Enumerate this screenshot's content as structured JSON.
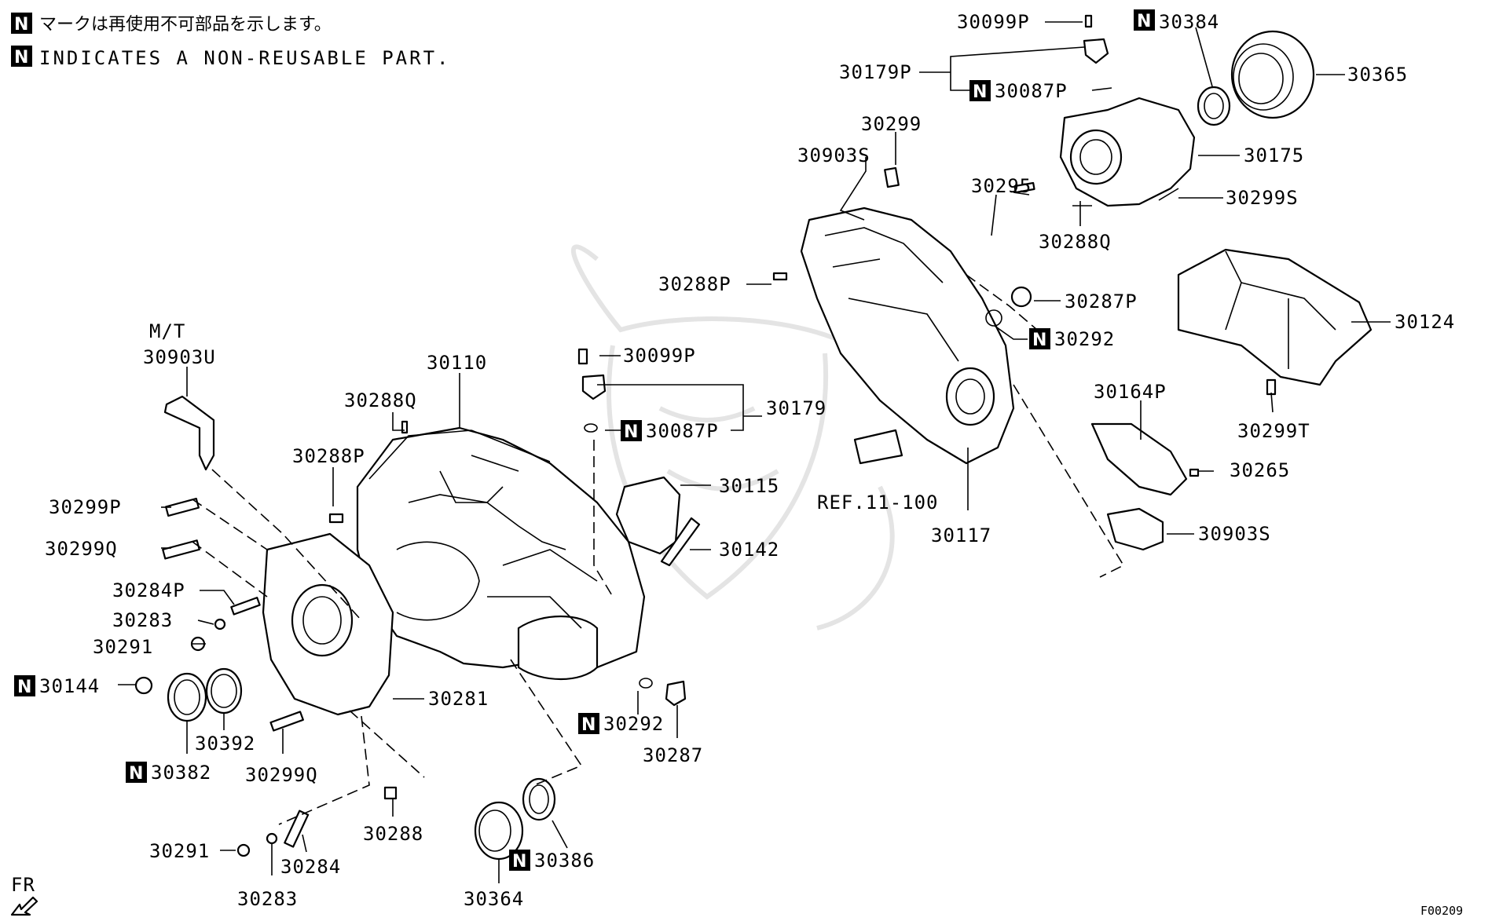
{
  "legend": {
    "badge": "N",
    "line_jp": "マークは再使用不可部品を示します。",
    "line_en": "INDICATES A NON-REUSABLE PART."
  },
  "figure_code": "F00209",
  "direction": {
    "label": "FR"
  },
  "annotations": {
    "mt": "M/T",
    "ref": "REF.11-100"
  },
  "parts": [
    {
      "id": "p30099P_top",
      "label": "30099P",
      "non_reusable": false
    },
    {
      "id": "p30384",
      "label": "30384",
      "non_reusable": true
    },
    {
      "id": "p30365",
      "label": "30365",
      "non_reusable": false
    },
    {
      "id": "p30179P",
      "label": "30179P",
      "non_reusable": false
    },
    {
      "id": "p30087P_top",
      "label": "30087P",
      "non_reusable": true
    },
    {
      "id": "p30299",
      "label": "30299",
      "non_reusable": false
    },
    {
      "id": "p30175",
      "label": "30175",
      "non_reusable": false
    },
    {
      "id": "p30903S_top",
      "label": "30903S",
      "non_reusable": false
    },
    {
      "id": "p30299S",
      "label": "30299S",
      "non_reusable": false
    },
    {
      "id": "p30295",
      "label": "30295",
      "non_reusable": false
    },
    {
      "id": "p30288Q_top",
      "label": "30288Q",
      "non_reusable": false
    },
    {
      "id": "p30288P_top",
      "label": "30288P",
      "non_reusable": false
    },
    {
      "id": "p30287P",
      "label": "30287P",
      "non_reusable": false
    },
    {
      "id": "p30124",
      "label": "30124",
      "non_reusable": false
    },
    {
      "id": "p30292_top",
      "label": "30292",
      "non_reusable": true
    },
    {
      "id": "p30099P_mid",
      "label": "30099P",
      "non_reusable": false
    },
    {
      "id": "p30110",
      "label": "30110",
      "non_reusable": false
    },
    {
      "id": "p30903U",
      "label": "30903U",
      "non_reusable": false
    },
    {
      "id": "p30164P",
      "label": "30164P",
      "non_reusable": false
    },
    {
      "id": "p30288Q_mid",
      "label": "30288Q",
      "non_reusable": false
    },
    {
      "id": "p30179",
      "label": "30179",
      "non_reusable": false
    },
    {
      "id": "p30087P_mid",
      "label": "30087P",
      "non_reusable": true
    },
    {
      "id": "p30299T",
      "label": "30299T",
      "non_reusable": false
    },
    {
      "id": "p30288P_mid",
      "label": "30288P",
      "non_reusable": false
    },
    {
      "id": "p30265",
      "label": "30265",
      "non_reusable": false
    },
    {
      "id": "p30115",
      "label": "30115",
      "non_reusable": false
    },
    {
      "id": "p30299P",
      "label": "30299P",
      "non_reusable": false
    },
    {
      "id": "p30117",
      "label": "30117",
      "non_reusable": false
    },
    {
      "id": "p30903S_bot",
      "label": "30903S",
      "non_reusable": false
    },
    {
      "id": "p30299Q_top",
      "label": "30299Q",
      "non_reusable": false
    },
    {
      "id": "p30142",
      "label": "30142",
      "non_reusable": false
    },
    {
      "id": "p30284P",
      "label": "30284P",
      "non_reusable": false
    },
    {
      "id": "p30283_top",
      "label": "30283",
      "non_reusable": false
    },
    {
      "id": "p30291_top",
      "label": "30291",
      "non_reusable": false
    },
    {
      "id": "p30144",
      "label": "30144",
      "non_reusable": true
    },
    {
      "id": "p30281",
      "label": "30281",
      "non_reusable": false
    },
    {
      "id": "p30392",
      "label": "30392",
      "non_reusable": false
    },
    {
      "id": "p30292_bot",
      "label": "30292",
      "non_reusable": true
    },
    {
      "id": "p30287",
      "label": "30287",
      "non_reusable": false
    },
    {
      "id": "p30382",
      "label": "30382",
      "non_reusable": true
    },
    {
      "id": "p30299Q_bot",
      "label": "30299Q",
      "non_reusable": false
    },
    {
      "id": "p30288",
      "label": "30288",
      "non_reusable": false
    },
    {
      "id": "p30386",
      "label": "30386",
      "non_reusable": true
    },
    {
      "id": "p30291_bot",
      "label": "30291",
      "non_reusable": false
    },
    {
      "id": "p30284",
      "label": "30284",
      "non_reusable": false
    },
    {
      "id": "p30283_bot",
      "label": "30283",
      "non_reusable": false
    },
    {
      "id": "p30364",
      "label": "30364",
      "non_reusable": false
    }
  ]
}
